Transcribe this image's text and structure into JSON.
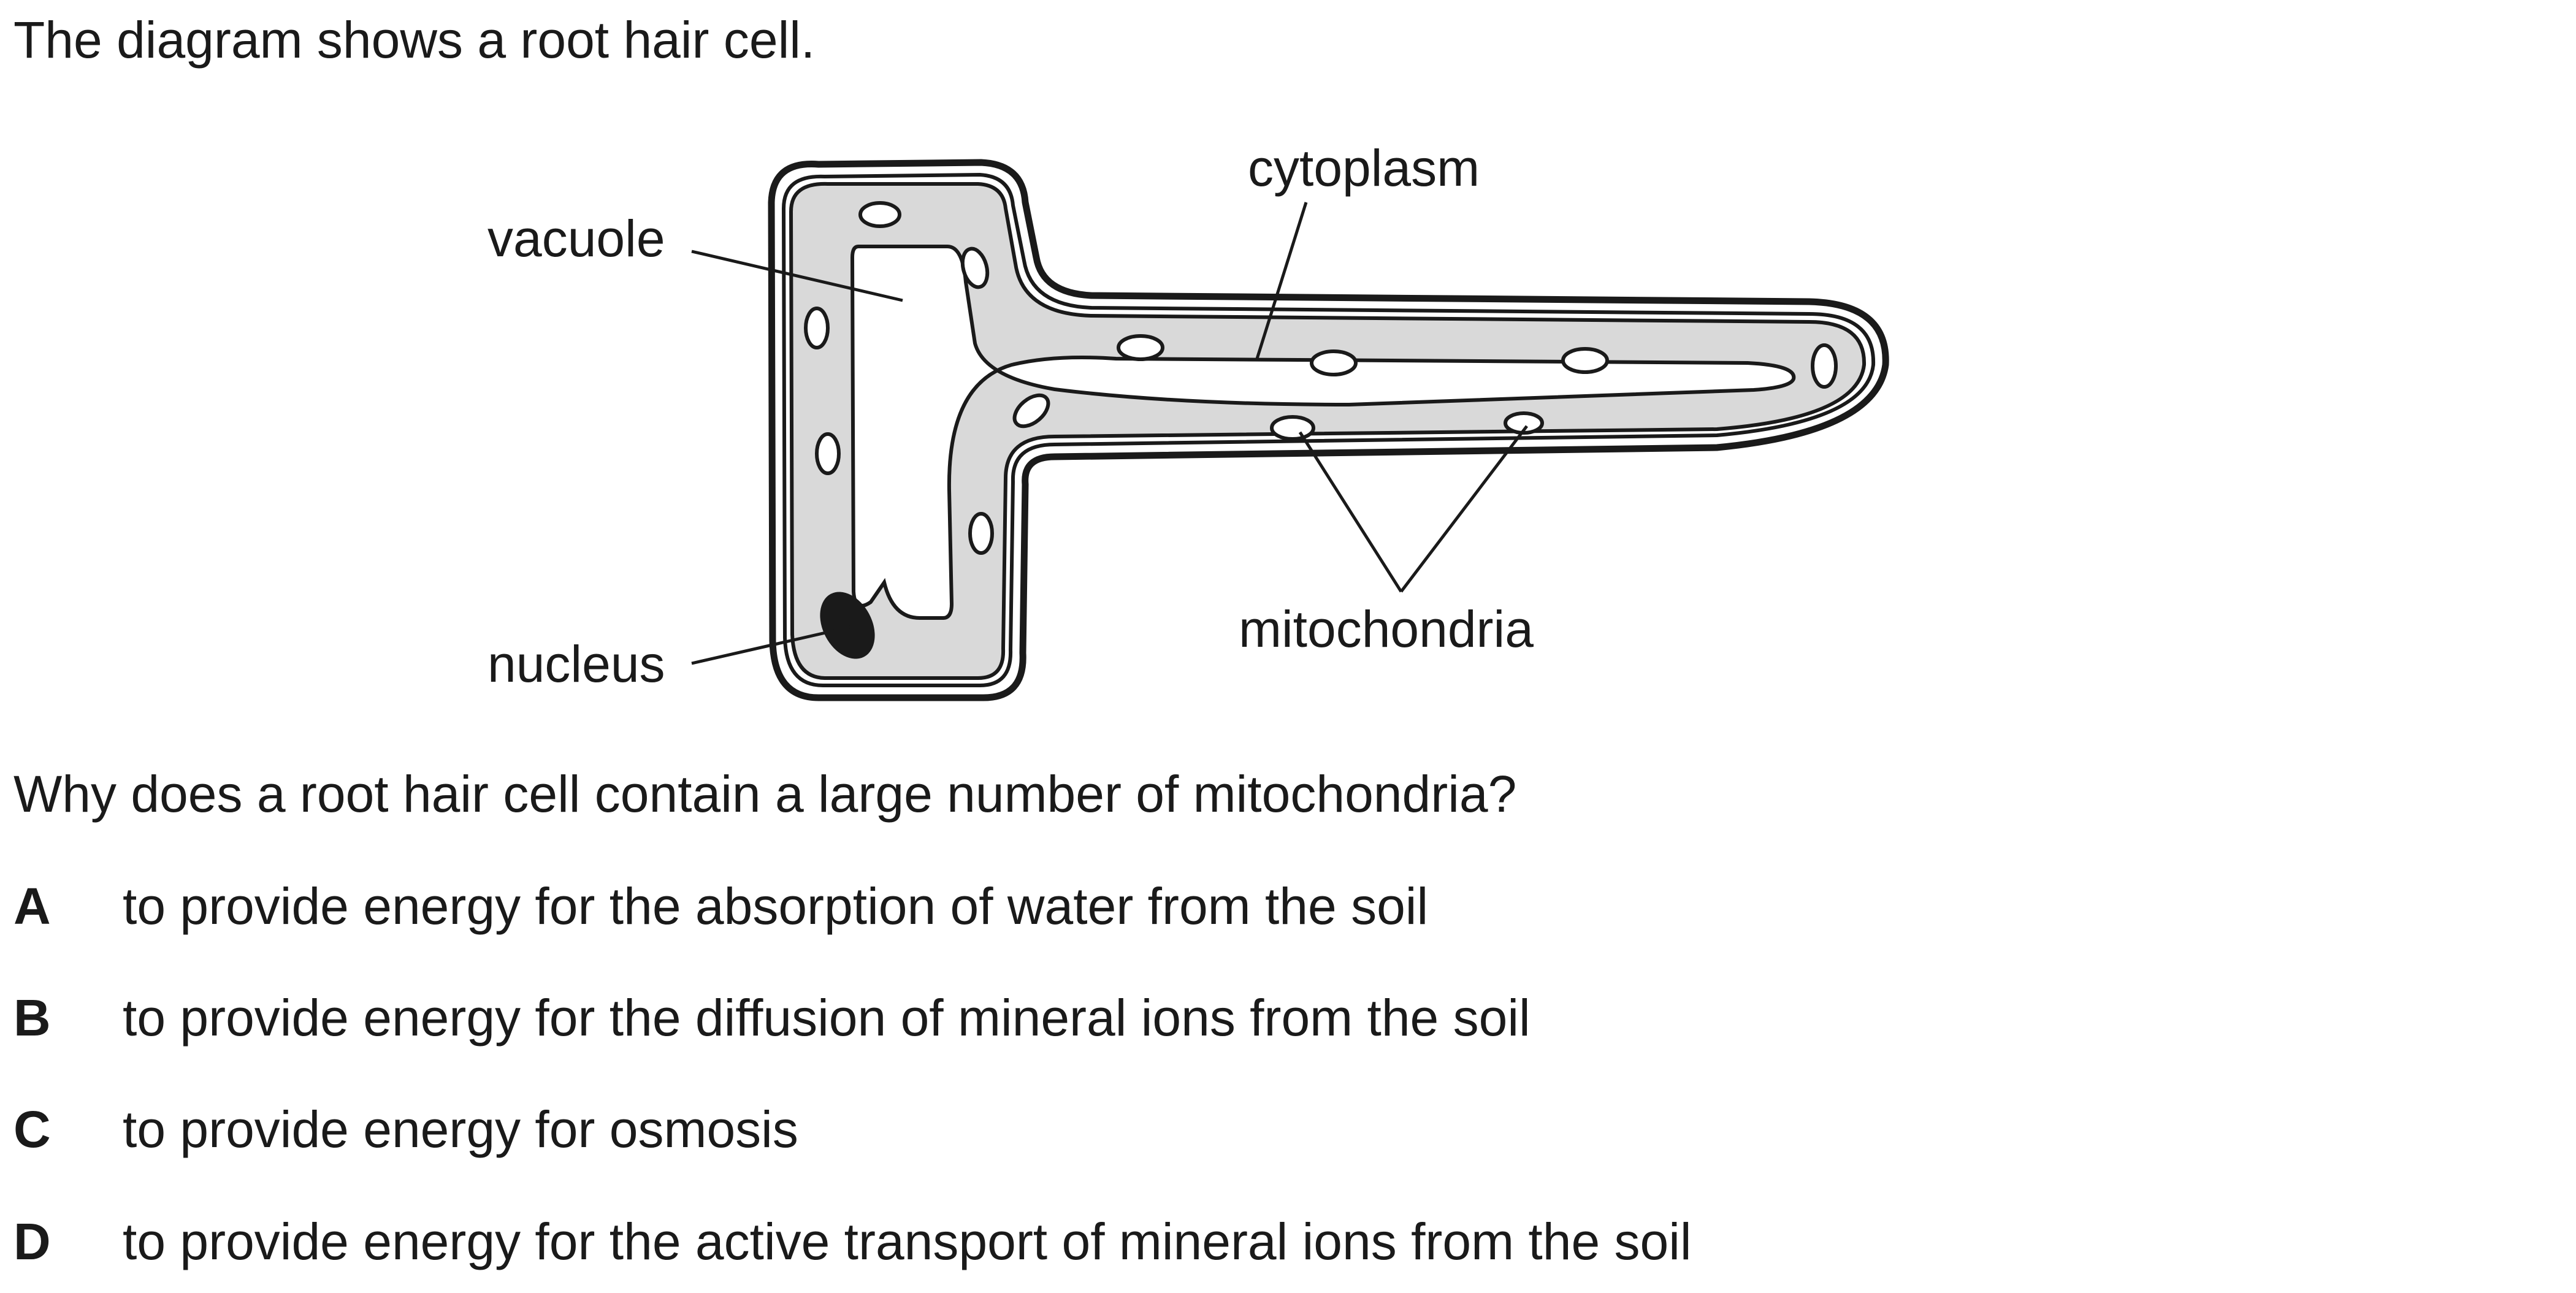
{
  "intro": "The diagram shows a root hair cell.",
  "diagram": {
    "labels": {
      "vacuole": "vacuole",
      "cytoplasm": "cytoplasm",
      "nucleus": "nucleus",
      "mitochondria": "mitochondria"
    }
  },
  "question": "Why does a root hair cell contain a large number of mitochondria?",
  "options": [
    {
      "letter": "A",
      "text": "to provide energy for the absorption of water from the soil"
    },
    {
      "letter": "B",
      "text": "to provide energy for the diffusion of mineral ions from the soil"
    },
    {
      "letter": "C",
      "text": "to provide energy for osmosis"
    },
    {
      "letter": "D",
      "text": "to provide energy for the active transport of mineral ions from the soil"
    }
  ]
}
